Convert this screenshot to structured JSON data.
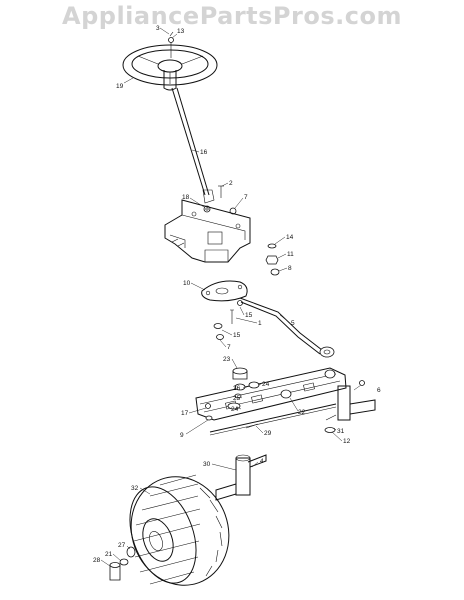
{
  "watermark": "AppliancePartsPros.com",
  "callouts": {
    "c19": "19",
    "c3": "3",
    "c13": "13",
    "c16": "16",
    "c2": "2",
    "c18": "18",
    "c7a": "7",
    "c14": "14",
    "c11": "11",
    "c8": "8",
    "c10": "10",
    "c15a": "15",
    "c1": "1",
    "c15b": "15",
    "c5": "5",
    "c7b": "7",
    "c23": "23",
    "c26": "26",
    "c24a": "24",
    "c25": "25",
    "c24b": "24",
    "c22": "22",
    "c6": "6",
    "c17": "17",
    "c9": "9",
    "c29": "29",
    "c31": "31",
    "c12": "12",
    "c30": "30",
    "c4": "4",
    "c32": "32",
    "c27": "27",
    "c21": "21",
    "c28": "28"
  }
}
